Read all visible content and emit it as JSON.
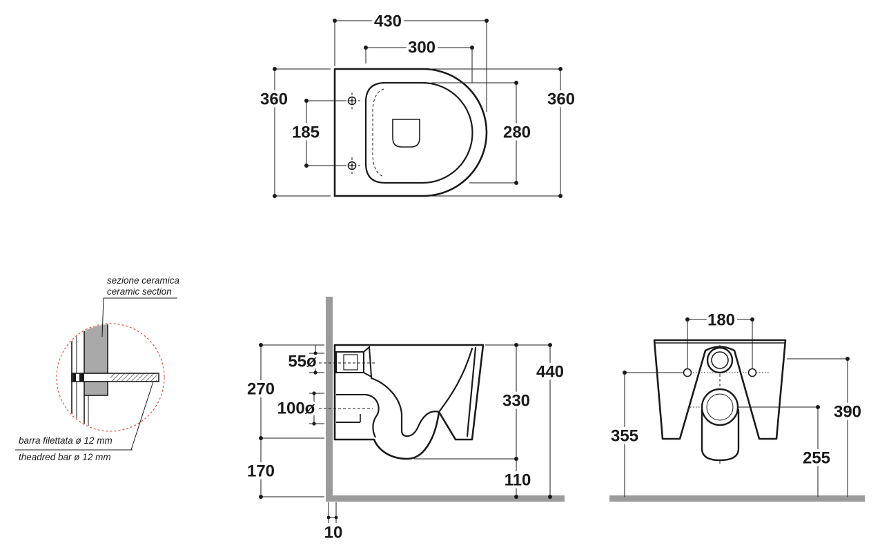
{
  "top_view": {
    "overall_width": "430",
    "bowl_width": "300",
    "overall_depth_left": "360",
    "overall_depth_right": "360",
    "fixing_hole_spacing": "185",
    "bowl_depth": "280"
  },
  "detail": {
    "section_label_it": "sezione ceramica",
    "section_label_en": "ceramic section",
    "bar_label_it": "barra filettata ø 12 mm",
    "bar_label_en": "theadred bar ø 12 mm"
  },
  "side_view": {
    "rim_to_outlet": "270",
    "inlet_diameter": "55ø",
    "outlet_diameter": "100ø",
    "outlet_height": "170",
    "wall_gap": "10",
    "body_height": "330",
    "rim_height": "440",
    "floor_clearance": "110"
  },
  "back_view": {
    "fixing_spacing": "180",
    "fixing_height": "355",
    "inlet_height": "390",
    "outlet_height": "255"
  },
  "colors": {
    "line": "#1a1a1a",
    "wall_floor": "#9b9b9b",
    "detail_circle": "#d9534f",
    "ceramic_section": "#a9a9a9"
  }
}
